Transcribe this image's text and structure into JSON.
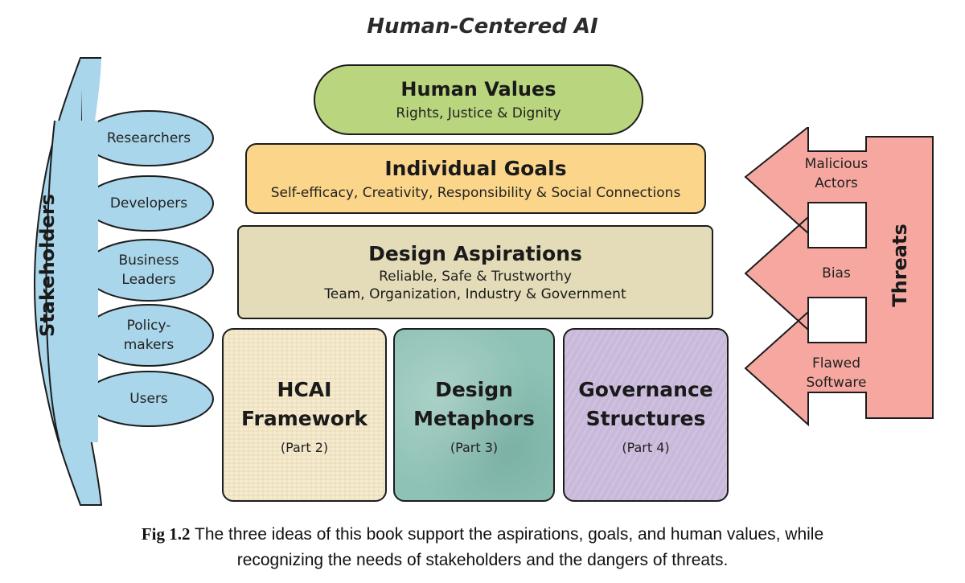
{
  "title": "Human-Centered AI",
  "human_values": {
    "heading": "Human Values",
    "sub": "Rights, Justice & Dignity"
  },
  "individual_goals": {
    "heading": "Individual Goals",
    "sub": "Self-efficacy, Creativity, Responsibility & Social Connections"
  },
  "design_aspirations": {
    "heading": "Design Aspirations",
    "sub1": "Reliable, Safe & Trustworthy",
    "sub2": "Team, Organization, Industry & Government"
  },
  "parts": [
    {
      "line1": "HCAI",
      "line2": "Framework",
      "sub": "(Part 2)"
    },
    {
      "line1": "Design",
      "line2": "Metaphors",
      "sub": "(Part 3)"
    },
    {
      "line1": "Governance",
      "line2": "Structures",
      "sub": "(Part 4)"
    }
  ],
  "stakeholders": {
    "label": "Stakeholders",
    "items": [
      {
        "line1": "Researchers",
        "line2": ""
      },
      {
        "line1": "Developers",
        "line2": ""
      },
      {
        "line1": "Business",
        "line2": "Leaders"
      },
      {
        "line1": "Policy-",
        "line2": "makers"
      },
      {
        "line1": "Users",
        "line2": ""
      }
    ]
  },
  "threats": {
    "label": "Threats",
    "items": [
      {
        "line1": "Malicious",
        "line2": "Actors"
      },
      {
        "line1": "Bias",
        "line2": ""
      },
      {
        "line1": "Flawed",
        "line2": "Software"
      }
    ]
  },
  "caption": {
    "fig": "Fig 1.2",
    "line1": "The three ideas of this book support the aspirations, goals, and human values, while",
    "line2": "recognizing the needs of stakeholders and the dangers of threats."
  },
  "colors": {
    "human_values": "#b9d57d",
    "individual_goals": "#fbd68a",
    "design_aspirations": "#e4dcb8",
    "hcai_framework": "#f5ebcf",
    "design_metaphors": "#8fc2b6",
    "governance_structures": "#c8b8d9",
    "stakeholders": "#a9d6ea",
    "threats": "#f6a8a0"
  }
}
